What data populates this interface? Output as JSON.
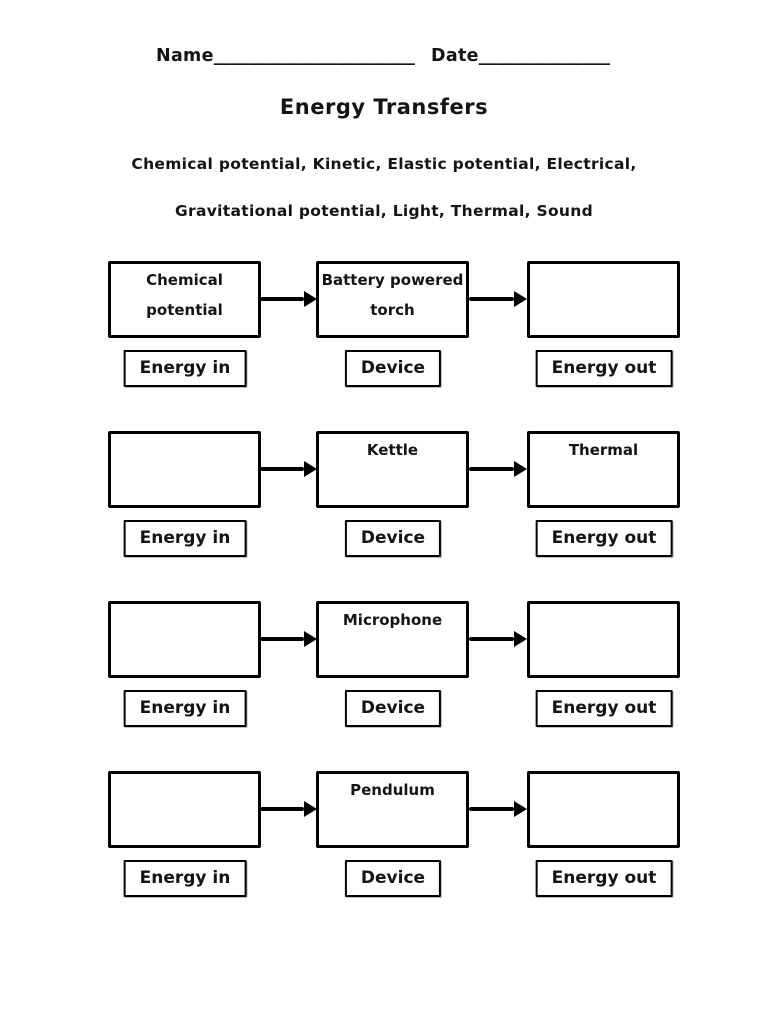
{
  "header": {
    "name_label": "Name",
    "name_underline": "_______________________",
    "date_label": "Date",
    "date_underline": "_______________"
  },
  "title": "Energy Transfers",
  "word_bank": {
    "line1": "Chemical potential, Kinetic, Elastic potential, Electrical,",
    "line2": "Gravitational potential, Light, Thermal, Sound"
  },
  "column_labels": {
    "energy_in": "Energy in",
    "device": "Device",
    "energy_out": "Energy out"
  },
  "rows": [
    {
      "energy_in": "Chemical\npotential",
      "device": "Battery powered\ntorch",
      "energy_out": ""
    },
    {
      "energy_in": "",
      "device": "Kettle",
      "energy_out": "Thermal"
    },
    {
      "energy_in": "",
      "device": "Microphone",
      "energy_out": ""
    },
    {
      "energy_in": "",
      "device": "Pendulum",
      "energy_out": ""
    }
  ]
}
